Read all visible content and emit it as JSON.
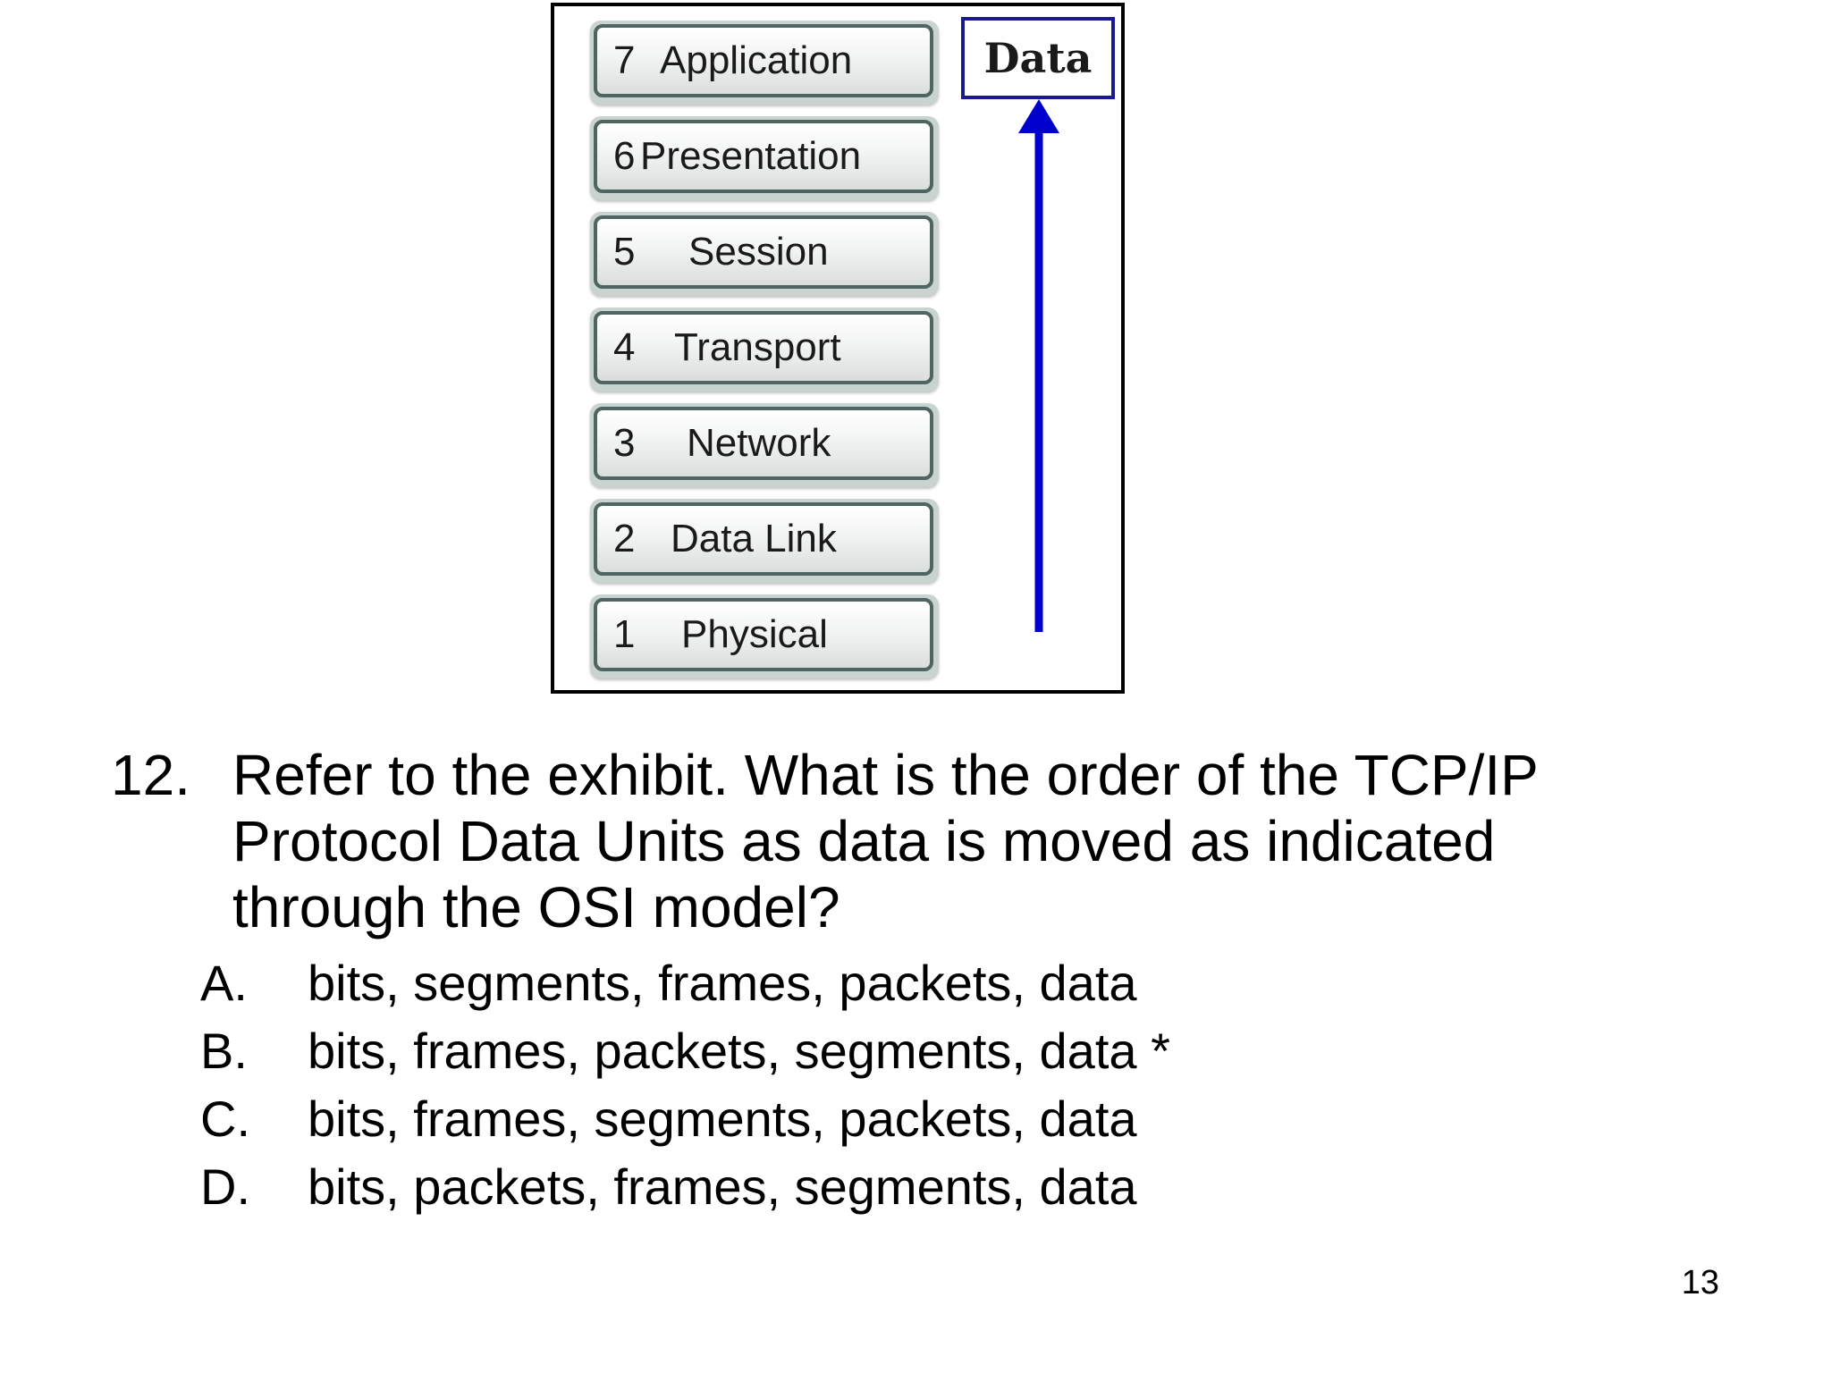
{
  "exhibit": {
    "layers": [
      {
        "num": "7",
        "name": "Application"
      },
      {
        "num": "6",
        "name": "Presentation"
      },
      {
        "num": "5",
        "name": "Session"
      },
      {
        "num": "4",
        "name": "Transport"
      },
      {
        "num": "3",
        "name": "Network"
      },
      {
        "num": "2",
        "name": "Data Link"
      },
      {
        "num": "1",
        "name": "Physical"
      }
    ],
    "data_label": "Data",
    "arrow_color": "#0000cc",
    "data_box_border_color": "#1a1a8c",
    "layer_border_color": "#4f6562"
  },
  "question": {
    "number": "12.",
    "text": "Refer to the exhibit. What is the order of the TCP/IP Protocol Data Units as data is moved as indicated through the OSI model?"
  },
  "answers": [
    {
      "letter": "A.",
      "text": "bits, segments, frames, packets, data"
    },
    {
      "letter": "B.",
      "text": "bits, frames, packets, segments, data *"
    },
    {
      "letter": "C.",
      "text": "bits, frames, segments, packets, data"
    },
    {
      "letter": "D.",
      "text": "bits, packets, frames, segments, data"
    }
  ],
  "page_number": "13"
}
